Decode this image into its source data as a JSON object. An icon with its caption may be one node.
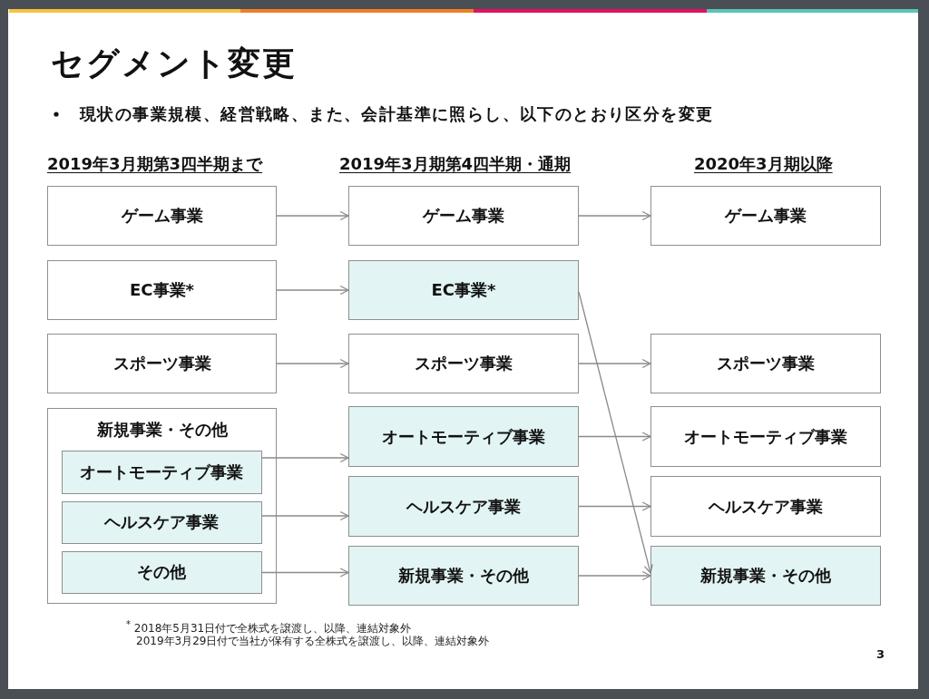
{
  "diagram": {
    "title": "セグメント変更",
    "nodes": [
      {
        "text": [
          "ゲーム事業"
        ]
      },
      {
        "text": [
          "EC事業*"
        ]
      },
      {
        "text": [
          "スポーツ事業"
        ]
      },
      {
        "text": [
          "新規事業・その他"
        ]
      },
      {
        "text": [
          "オートモーティブ事業"
        ],
        "in": 3
      },
      {
        "text": [
          "ヘルスケア事業"
        ],
        "in": 3
      },
      {
        "text": [
          "その他"
        ],
        "in": 3
      },
      {
        "text": [
          "ゲーム事業"
        ]
      },
      {
        "text": [
          "EC事業*"
        ]
      },
      {
        "text": [
          "スポーツ事業"
        ]
      },
      {
        "text": [
          "オートモーティブ事業"
        ]
      },
      {
        "text": [
          "ヘルスケア事業"
        ]
      },
      {
        "text": [
          "新規事業・その他"
        ]
      },
      {
        "text": [
          "ゲーム事業"
        ]
      },
      {
        "text": [
          "スポーツ事業"
        ]
      },
      {
        "text": [
          "オートモーティブ事業"
        ]
      },
      {
        "text": [
          "ヘルスケア事業"
        ]
      },
      {
        "text": [
          "新規事業・その他"
        ]
      }
    ],
    "edges": [
      {
        "from": 0,
        "to": 7,
        "arrow": "to"
      },
      {
        "from": 7,
        "to": 13,
        "arrow": "to"
      },
      {
        "from": 1,
        "to": 8,
        "arrow": "to"
      },
      {
        "from": 2,
        "to": 9,
        "arrow": "to"
      },
      {
        "from": 9,
        "to": 14,
        "arrow": "to"
      },
      {
        "from": 4,
        "to": 10,
        "arrow": "to"
      },
      {
        "from": 5,
        "to": 11,
        "arrow": "to"
      },
      {
        "from": 6,
        "to": 12,
        "arrow": "to"
      },
      {
        "from": 10,
        "to": 15,
        "arrow": "to"
      },
      {
        "from": 11,
        "to": 16,
        "arrow": "to"
      },
      {
        "from": 12,
        "to": 17,
        "arrow": "to"
      },
      {
        "from": 8,
        "to": 17,
        "arrow": "to"
      }
    ],
    "labels": [
      "現状の事業規模、経営戦略、また、会計基準に照らし、以下のとおり区分を変更",
      "2019年3月期第3四半期まで",
      "2019年3月期第4四半期・通期",
      "2020年3月期以降",
      "$^{*}$ 2018年5月31日付で全株式を譲渡し、以降、連結対象外",
      "2019年3月29日付で当社が保有する全株式を譲渡し、以降、連結対象外",
      "3"
    ]
  }
}
